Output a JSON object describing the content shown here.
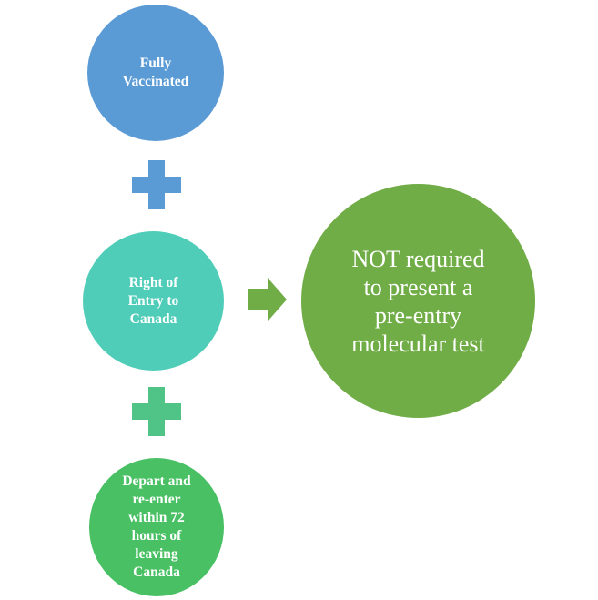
{
  "diagram": {
    "nodes": {
      "fully_vaccinated": {
        "lines": [
          "Fully",
          "Vaccinated"
        ],
        "color": "#5b9bd5"
      },
      "right_of_entry": {
        "lines": [
          "Right of",
          "Entry to",
          "Canada"
        ],
        "color": "#4fcdb8"
      },
      "depart_reenter": {
        "lines": [
          "Depart and",
          "re-enter",
          "within 72",
          "hours of",
          "leaving",
          "Canada"
        ],
        "color": "#48c063"
      },
      "result": {
        "lines": [
          "NOT required",
          "to present a",
          "pre-entry",
          "molecular test"
        ],
        "color": "#70ad47"
      }
    },
    "plus_signs": [
      {
        "color": "#5b9bd5"
      },
      {
        "color": "#4fc486"
      }
    ],
    "arrow": {
      "color": "#70ad47",
      "icon": "right-arrow-icon"
    }
  }
}
